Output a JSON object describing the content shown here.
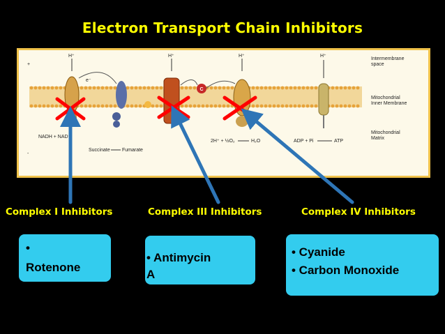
{
  "title": "Electron Transport Chain Inhibitors",
  "diagram": {
    "labels": {
      "intermembrane": [
        "Intermembrane",
        "space"
      ],
      "inner_membrane": [
        "Mitochondrial",
        "Inner Membrane"
      ],
      "matrix": [
        "Mitochondrial",
        "Matrix"
      ],
      "nadh": "NADH + NAD⁺",
      "succinate": "Succinate",
      "fumarate": "Fumarate",
      "water_in": "2H⁺ + ½O₂",
      "water_out": "H₂O",
      "adp": "ADP + Pi",
      "atp": "ATP",
      "h_plus": "H⁺",
      "electron": "e⁻",
      "cyt_c": "C",
      "plus": "+",
      "minus": "-"
    }
  },
  "categories": {
    "complex1": "Complex I Inhibitors",
    "complex3": "Complex III  Inhibitors",
    "complex4": "Complex IV  Inhibitors"
  },
  "boxes": {
    "complex1": {
      "bullet": "•",
      "line2": "Rotenone"
    },
    "complex3": {
      "line1": "• Antimycin",
      "line2": "A"
    },
    "complex4": {
      "line1": "• Cyanide",
      "line2": "• Carbon Monoxide"
    }
  },
  "colors": {
    "title": "#ffff00",
    "labels": "#ffff00",
    "box": "#33ccee",
    "arrow": "#2e75b6",
    "cross": "#ff0000",
    "panel_border": "#f0c24a"
  },
  "icons": {
    "inhibition": "red-x-icon",
    "pointer": "blue-arrow-icon"
  }
}
